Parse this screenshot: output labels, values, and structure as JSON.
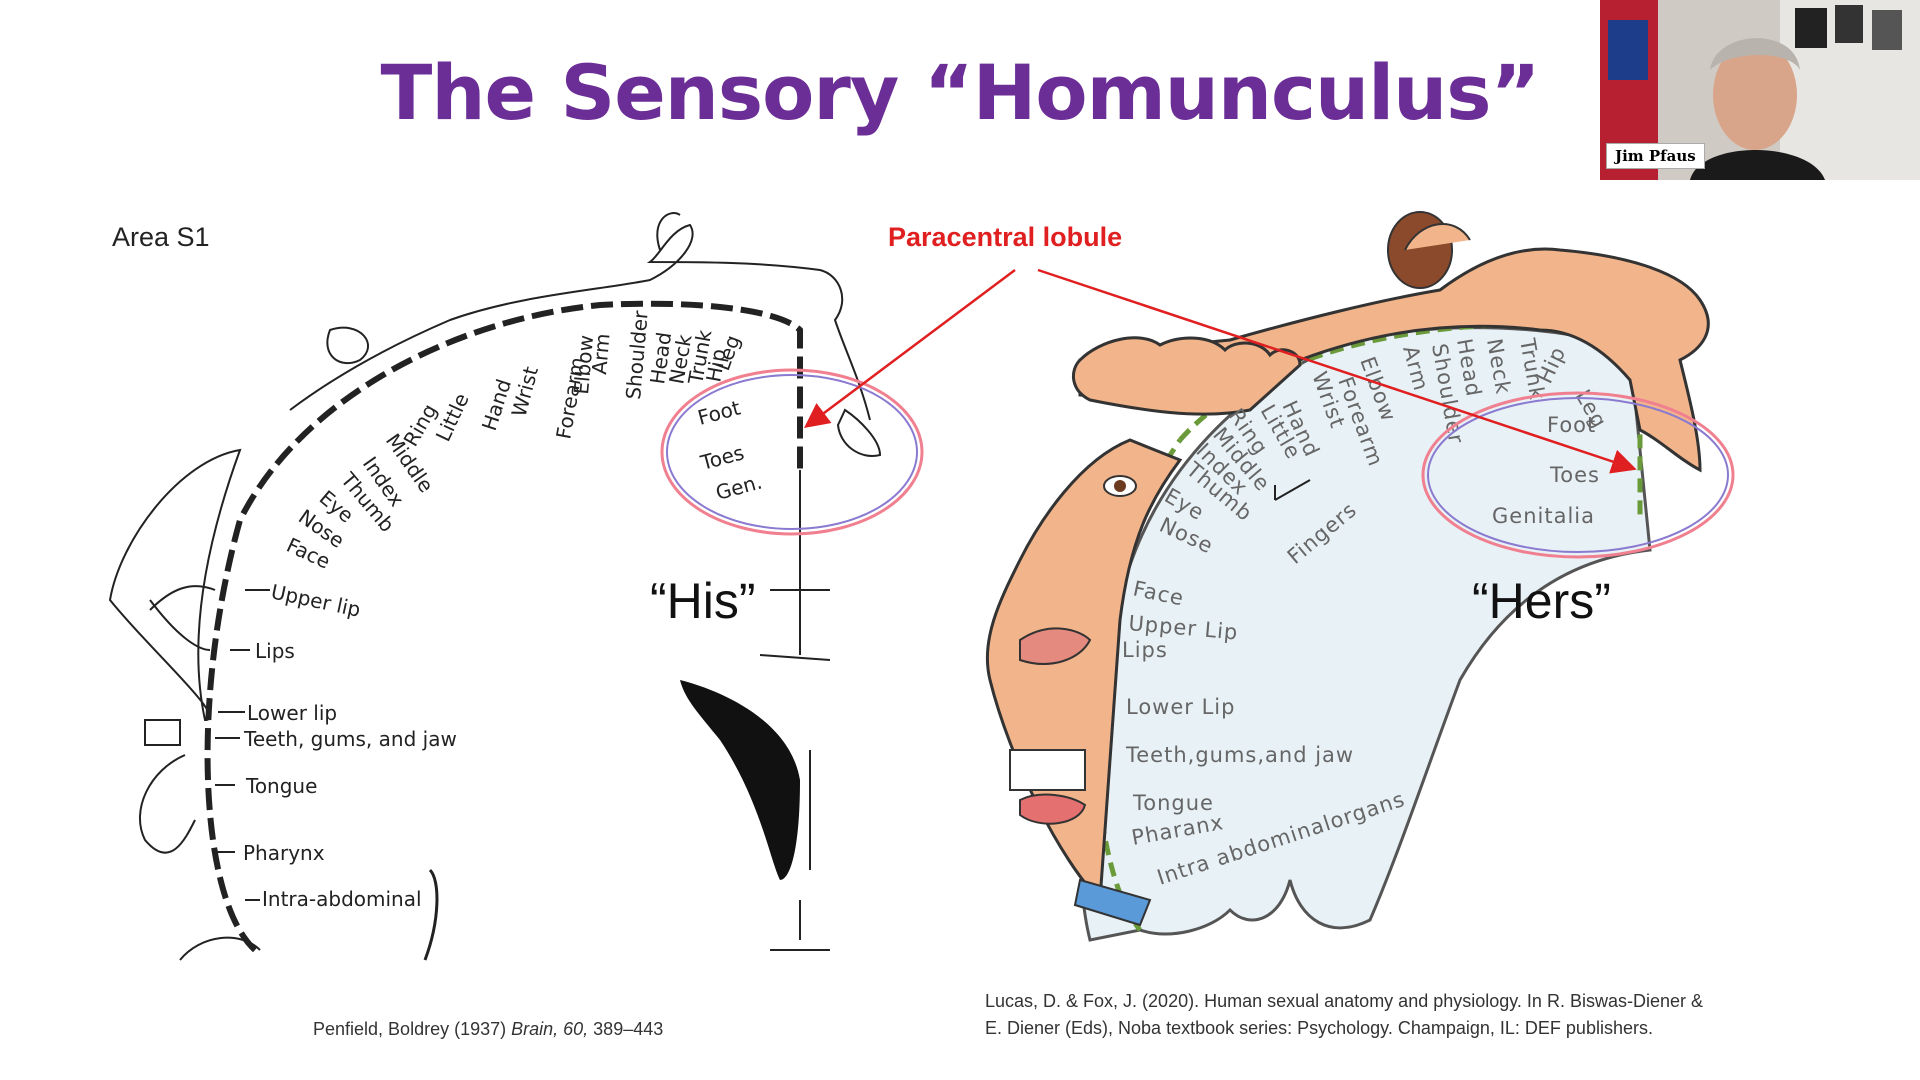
{
  "slide": {
    "title": "The Sensory “Homunculus”",
    "area_label": "Area S1",
    "his_caption": "“His”",
    "hers_caption": "“Hers”",
    "paracentral_label": "Paracentral lobule",
    "citation_left_prefix": "Penfield, Boldrey (1937) ",
    "citation_left_journal": "Brain, 60,",
    "citation_left_suffix": " 389–443",
    "citation_right_line1": "Lucas, D. & Fox, J. (2020). Human sexual anatomy and physiology. In R. Biswas-Diener &",
    "citation_right_line2": "E. Diener (Eds), Noba textbook series: Psychology. Champaign, IL: DEF publishers."
  },
  "his_labels": {
    "foot": "Foot",
    "toes": "Toes",
    "gen": "Gen.",
    "leg": "Leg",
    "hip": "Hip",
    "trunk": "Trunk",
    "neck": "Neck",
    "head": "Head",
    "shoulder": "Shoulder",
    "arm": "Arm",
    "elbow": "Elbow",
    "forearm": "Forearm",
    "wrist": "Wrist",
    "hand": "Hand",
    "little": "Little",
    "ring": "Ring",
    "middle": "Middle",
    "index": "Index",
    "thumb": "Thumb",
    "eye": "Eye",
    "nose": "Nose",
    "face": "Face",
    "upper_lip": "Upper lip",
    "lips": "Lips",
    "lower_lip": "Lower lip",
    "teeth": "Teeth, gums, and jaw",
    "tongue": "Tongue",
    "pharynx": "Pharynx",
    "intra": "Intra-abdominal"
  },
  "hers_labels": {
    "foot": "Foot",
    "toes": "Toes",
    "genitalia": "Genitalia",
    "leg": "Leg",
    "hip": "Hip",
    "trunk": "Trunk",
    "neck": "Neck",
    "head": "Head",
    "shoulder": "Shoulder",
    "arm": "Arm",
    "elbow": "Elbow",
    "forearm": "Forearm",
    "wrist": "Wrist",
    "hand": "Hand",
    "little": "Little",
    "ring": "Ring",
    "middle": "Middle",
    "index": "Index",
    "thumb": "Thumb",
    "eye": "Eye",
    "nose": "Nose",
    "fingers": "Fingers",
    "face": "Face",
    "upper_lip": "Upper Lip",
    "lips": "Lips",
    "lower_lip": "Lower Lip",
    "teeth": "Teeth,gums,and jaw",
    "tongue": "Tongue",
    "pharynx": "Pharanx",
    "intra": "Intra abdominalorgans"
  },
  "video": {
    "participant_name": "Jim Pfaus"
  },
  "colors": {
    "title": "#6b2d96",
    "annotation_red": "#e02020",
    "ellipse_pink": "#f08090",
    "ellipse_purple": "#8a7ad0",
    "skin": "#f2b48a",
    "cortex_green": "#6a9a3a"
  }
}
